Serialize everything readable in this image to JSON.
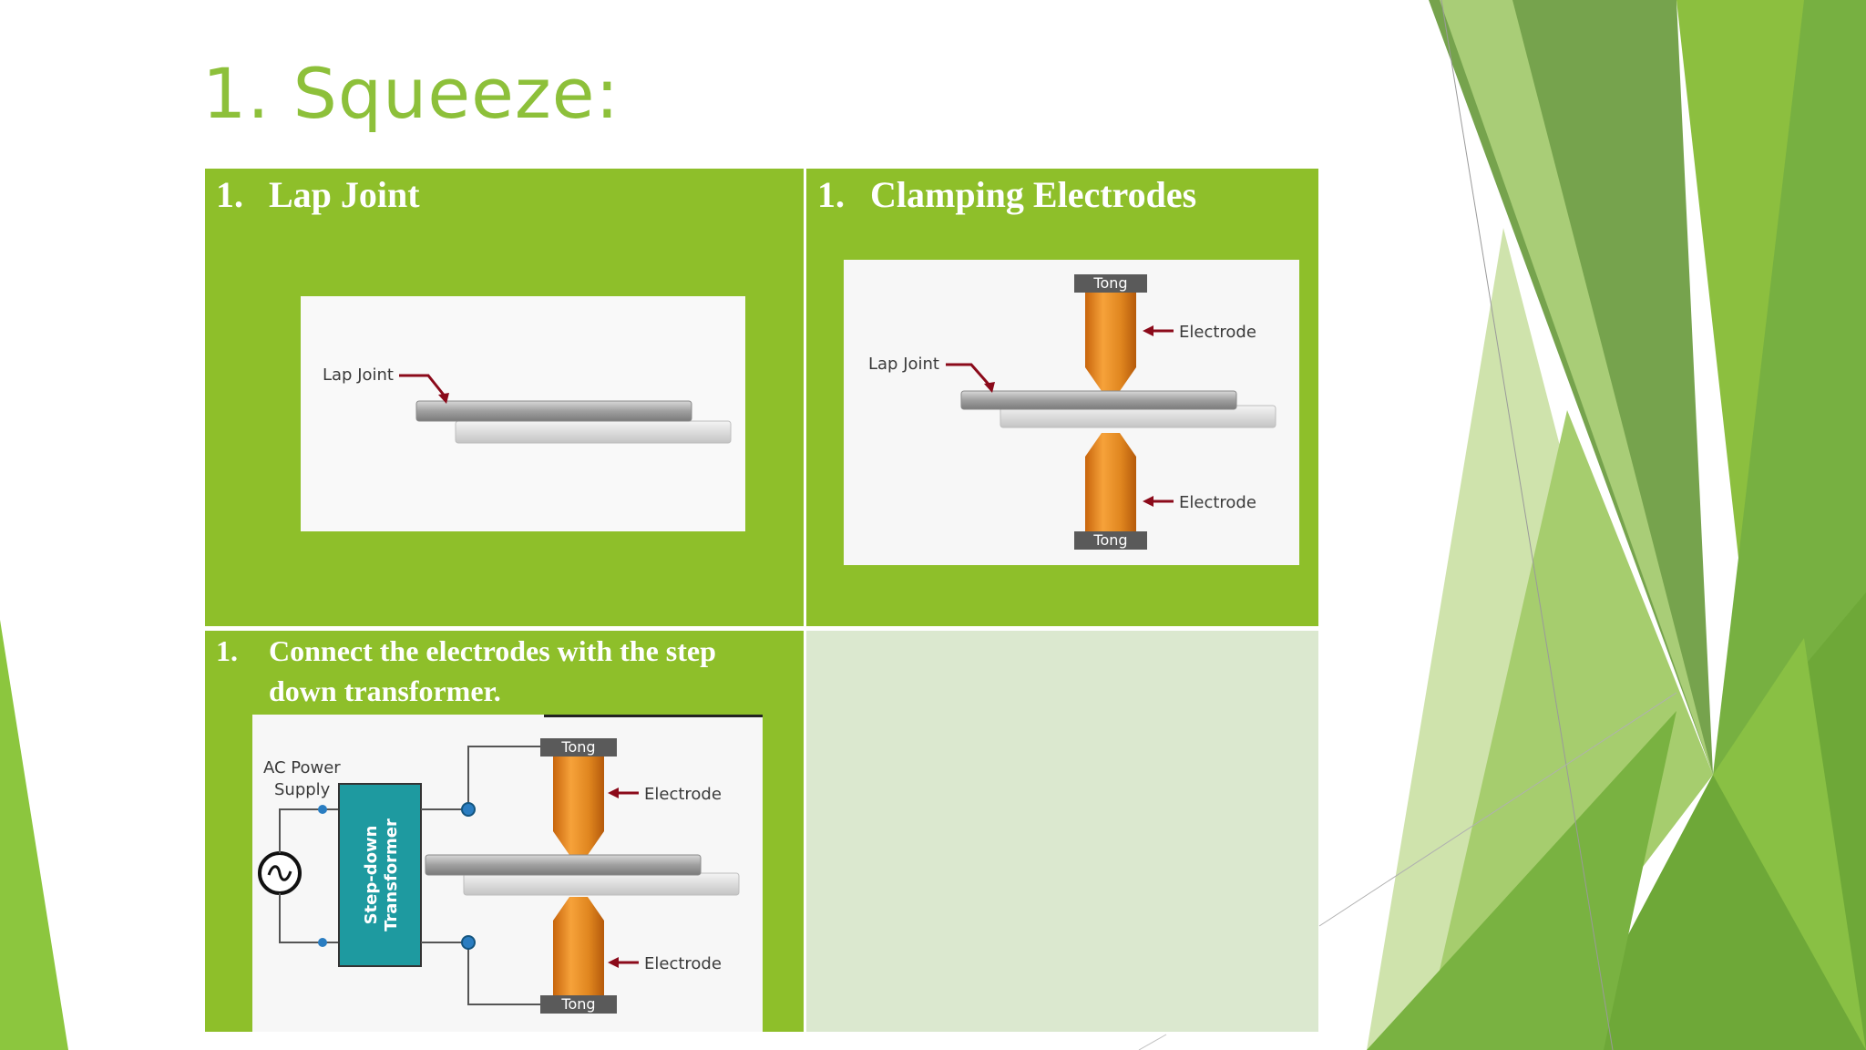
{
  "slide": {
    "title": "1. Squeeze:",
    "theme": {
      "accent": "#8dc03a",
      "cell_green": "#8ebf2a",
      "cell_light": "#dbe8cf"
    }
  },
  "cells": {
    "lap_joint": {
      "number": "1.",
      "heading": "Lap Joint",
      "figure": {
        "label": "Lap Joint"
      }
    },
    "clamping": {
      "number": "1.",
      "heading": "Clamping Electrodes",
      "figure": {
        "lap_label": "Lap Joint",
        "electrode_label": "Electrode",
        "tong_label": "Tong"
      }
    },
    "connect": {
      "number": "1.",
      "heading": "Connect the electrodes with the step down transformer.",
      "figure": {
        "supply_line1": "AC Power",
        "supply_line2": "Supply",
        "transformer_line1": "Step-down",
        "transformer_line2": "Transformer",
        "electrode_label": "Electrode",
        "tong_label": "Tong"
      }
    }
  }
}
